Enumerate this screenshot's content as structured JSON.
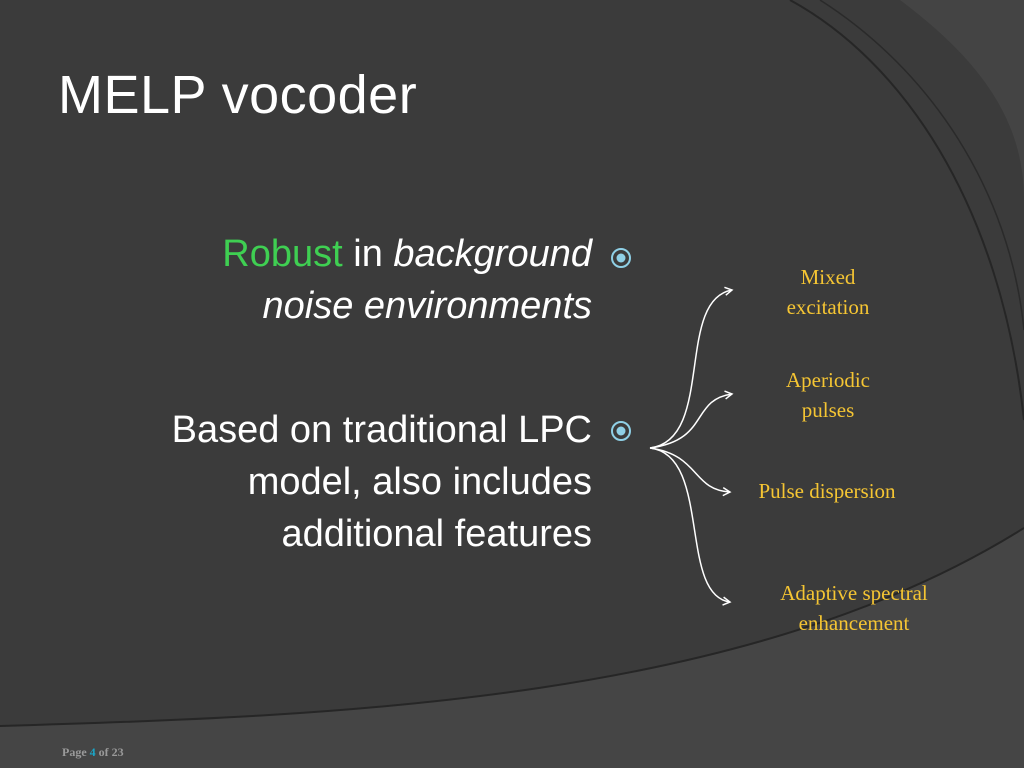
{
  "slide": {
    "title": "MELP vocoder",
    "bullets": [
      {
        "highlight": "Robust",
        "text_plain": " in ",
        "text_italic_1": "background",
        "text_italic_2": "noise environments"
      },
      {
        "line1": "Based on traditional LPC",
        "line2": "model, also includes",
        "line3": "additional features"
      }
    ],
    "features": [
      {
        "line1": "Mixed",
        "line2": "excitation"
      },
      {
        "line1": "Aperiodic",
        "line2": "pulses"
      },
      {
        "line1": "Pulse dispersion"
      },
      {
        "line1": "Adaptive spectral",
        "line2": "enhancement"
      }
    ],
    "footer": {
      "prefix": "Page",
      "current": "4",
      "separator": "of",
      "total": "23"
    }
  },
  "colors": {
    "background": "#3b3b3b",
    "title": "#ffffff",
    "highlight_green": "#3fcf52",
    "feature_text": "#f5c533",
    "bullet_marker": "#8fd0e6",
    "page_number_accent": "#1aa5c7"
  },
  "icons": {
    "bullet_marker": "circled-dot-icon",
    "connector": "arrow-right-icon"
  }
}
